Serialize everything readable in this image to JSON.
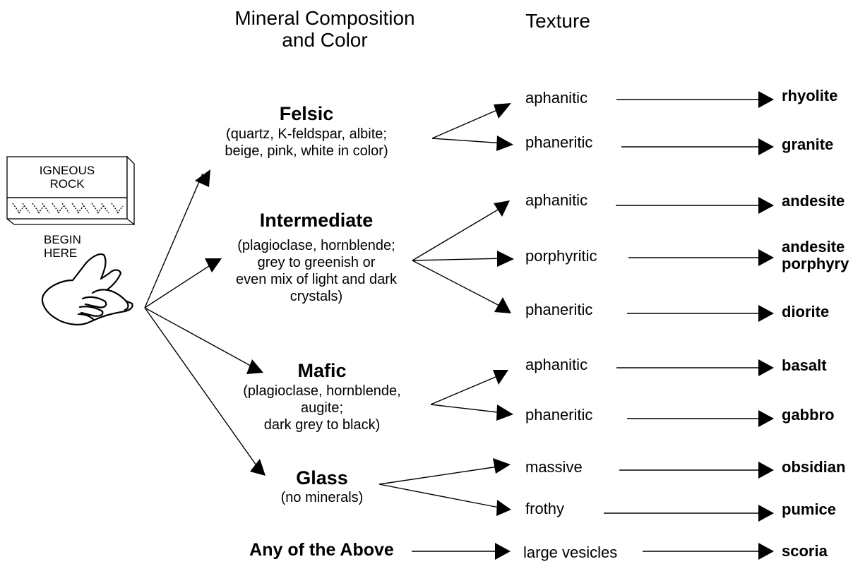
{
  "headers": {
    "composition": "Mineral Composition\nand Color",
    "texture": "Texture"
  },
  "start": {
    "box_label": "IGNEOUS\nROCK",
    "begin_label": "BEGIN\nHERE"
  },
  "categories": [
    {
      "name": "Felsic",
      "desc": "(quartz, K-feldspar, albite;\nbeige, pink, white in color)"
    },
    {
      "name": "Intermediate",
      "desc": "(plagioclase, hornblende;\ngrey to greenish or\neven mix of light and dark\ncrystals)"
    },
    {
      "name": "Mafic",
      "desc": "(plagioclase, hornblende,\naugite;\ndark grey to black)"
    },
    {
      "name": "Glass",
      "desc": "(no minerals)"
    },
    {
      "name": "Any of the Above",
      "desc": ""
    }
  ],
  "textures": [
    {
      "texture": "aphanitic",
      "rock": "rhyolite"
    },
    {
      "texture": "phaneritic",
      "rock": "granite"
    },
    {
      "texture": "aphanitic",
      "rock": "andesite"
    },
    {
      "texture": "porphyritic",
      "rock": "andesite\nporphyry"
    },
    {
      "texture": "phaneritic",
      "rock": "diorite"
    },
    {
      "texture": "aphanitic",
      "rock": "basalt"
    },
    {
      "texture": "phaneritic",
      "rock": "gabbro"
    },
    {
      "texture": "massive",
      "rock": "obsidian"
    },
    {
      "texture": "frothy",
      "rock": "pumice"
    },
    {
      "texture": "large vesicles",
      "rock": "scoria"
    }
  ]
}
